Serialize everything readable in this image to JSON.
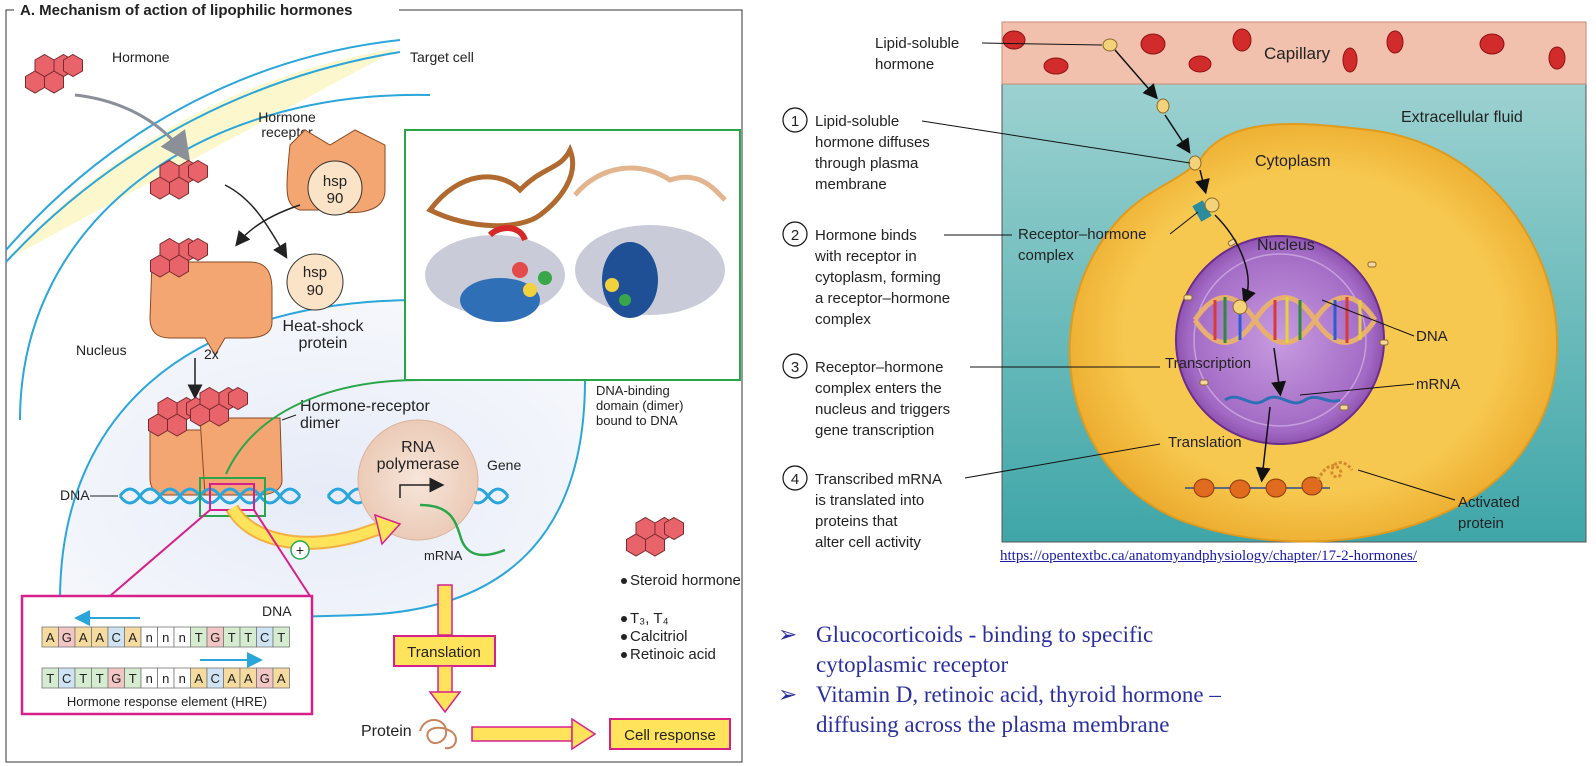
{
  "left_panel": {
    "title": "A. Mechanism of action of lipophilic hormones",
    "hormone_label": "Hormone",
    "target_cell_label": "Target cell",
    "hormone_receptor_label": [
      "Hormone",
      "receptor"
    ],
    "hsp_label": [
      "hsp",
      "90"
    ],
    "heat_shock_label": [
      "Heat-shock",
      "protein"
    ],
    "nucleus_label": "Nucleus",
    "two_x_label": "2x",
    "dimer_label": [
      "Hormone-receptor",
      "dimer"
    ],
    "dna_label": "DNA",
    "rna_pol_label": [
      "RNA",
      "polymerase"
    ],
    "gene_label": "Gene",
    "mrna_label": "mRNA",
    "dna_binding_label": [
      "DNA-binding",
      "domain (dimer)",
      "bound to DNA"
    ],
    "translation_label": "Translation",
    "protein_label": "Protein",
    "cell_response_label": "Cell response",
    "hre_box": {
      "dna_label": "DNA",
      "top_seq": [
        "A",
        "G",
        "A",
        "A",
        "C",
        "A",
        "n",
        "n",
        "n",
        "T",
        "G",
        "T",
        "T",
        "C",
        "T"
      ],
      "bottom_seq": [
        "T",
        "C",
        "T",
        "T",
        "G",
        "T",
        "n",
        "n",
        "n",
        "A",
        "C",
        "A",
        "A",
        "G",
        "A"
      ],
      "caption": "Hormone response element (HRE)"
    },
    "hormone_types": [
      "Steroid hormone",
      "T₃, T₄",
      "Calcitriol",
      "Retinoic acid"
    ],
    "colors": {
      "hormone": "#e8646a",
      "receptor": "#f4a672",
      "membrane": "#2ba6db",
      "frame_green": "#2aa64a",
      "magenta": "#d6218b",
      "yellow": "#ffe35a"
    }
  },
  "right_panel": {
    "capillary_label": "Capillary",
    "lipid_hormone_label": [
      "Lipid-soluble",
      "hormone"
    ],
    "extracellular_label": "Extracellular fluid",
    "cytoplasm_label": "Cytoplasm",
    "nucleus_label": "Nucleus",
    "receptor_complex_label": [
      "Receptor–hormone",
      "complex"
    ],
    "dna_label": "DNA",
    "transcription_label": "Transcription",
    "mrna_label": "mRNA",
    "translation_label": "Translation",
    "activated_protein_label": [
      "Activated",
      "protein"
    ],
    "steps": [
      {
        "num": "1",
        "lines": [
          "Lipid-soluble",
          "hormone diffuses",
          "through plasma",
          "membrane"
        ]
      },
      {
        "num": "2",
        "lines": [
          "Hormone binds",
          "with receptor in",
          "cytoplasm, forming",
          "a receptor–hormone",
          "complex"
        ]
      },
      {
        "num": "3",
        "lines": [
          "Receptor–hormone",
          "complex enters the",
          "nucleus and triggers",
          "gene transcription"
        ]
      },
      {
        "num": "4",
        "lines": [
          "Transcribed mRNA",
          "is translated into",
          "proteins that",
          "alter cell activity"
        ]
      }
    ],
    "source_url": "https://opentextbc.ca/anatomyandphysiology/chapter/17-2-hormones/",
    "colors": {
      "extracellular": "#5bbcc0",
      "capillary": "#f2c1ae",
      "cytoplasm": "#f5c04a",
      "nucleus": "#9a5bb8"
    }
  },
  "bullets": [
    [
      "Glucocorticoids - binding to specific",
      "cytoplasmic receptor"
    ],
    [
      "Vitamin D, retinoic acid, thyroid hormone –",
      "diffusing across the plasma membrane"
    ]
  ],
  "bullet_marker": "➢"
}
